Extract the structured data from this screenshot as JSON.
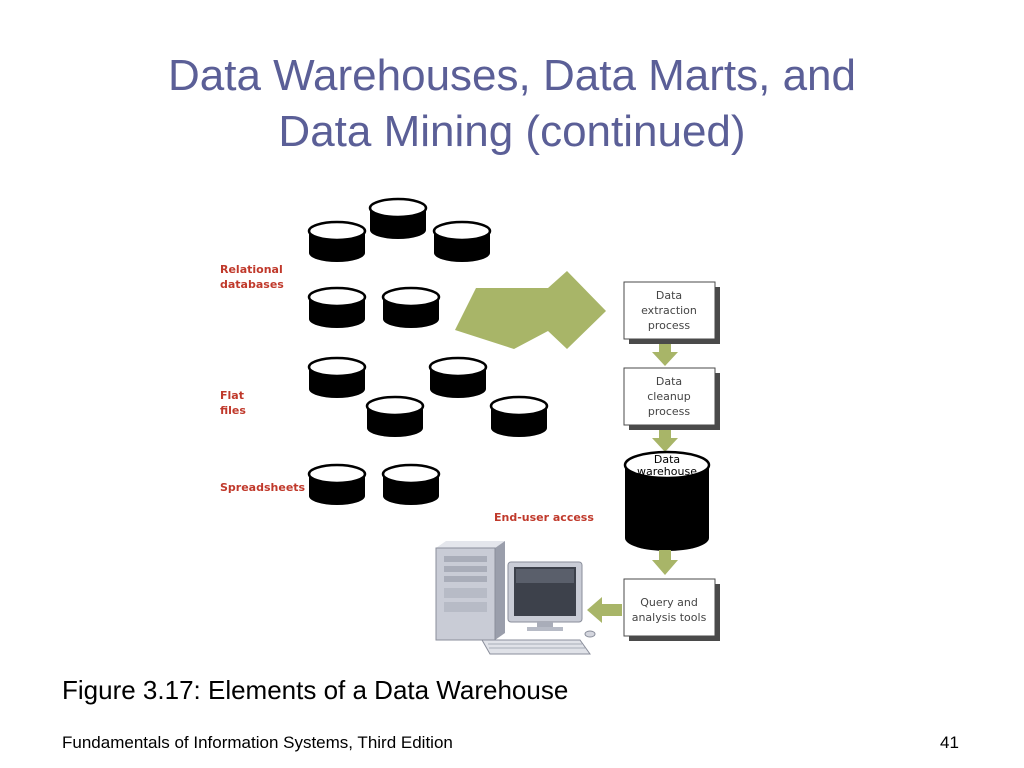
{
  "slide": {
    "title_line1": "Data Warehouses, Data Marts, and",
    "title_line2": "Data Mining (continued)",
    "caption": "Figure 3.17: Elements of a Data Warehouse",
    "footer": "Fundamentals of Information Systems, Third Edition",
    "page_number": "41"
  },
  "diagram": {
    "source_labels": {
      "relational_line1": "Relational",
      "relational_line2": "databases",
      "flat_line1": "Flat",
      "flat_line2": "files",
      "spreadsheets": "Spreadsheets"
    },
    "end_user_label": "End-user access",
    "extraction_box": [
      "Data",
      "extraction",
      "process"
    ],
    "cleanup_box": [
      "Data",
      "cleanup",
      "process"
    ],
    "warehouse_label": [
      "Data",
      "warehouse"
    ],
    "query_box": [
      "Query and",
      "analysis tools"
    ],
    "colors": {
      "title": "#5b5f97",
      "arrow_green": "#a8b568",
      "label_red": "#c0392b",
      "box_shadow": "#4a4a4a"
    }
  }
}
